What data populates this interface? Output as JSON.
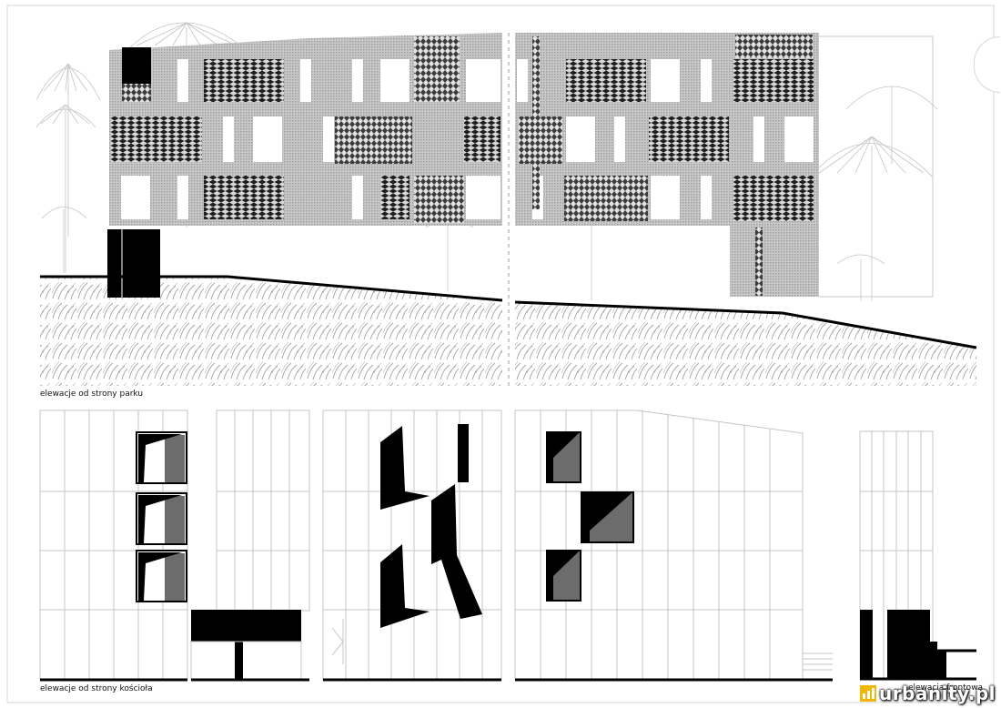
{
  "captions": {
    "park": "elewacje od strony parku",
    "church": "elewacje od strony kościoła",
    "front": "elewacja frontowa"
  },
  "watermark": {
    "text": "urbanity.pl",
    "icon": "urbanity-logo-icon",
    "color": "#f2b705"
  },
  "colors": {
    "ink": "#000000",
    "facade_gray": "#b8b8b8",
    "shutter_gray": "#6f6f6f",
    "hatch_gray": "#8a8a8a",
    "tree_gray": "#c2c2c2",
    "line_gray": "#c8c8c8"
  }
}
